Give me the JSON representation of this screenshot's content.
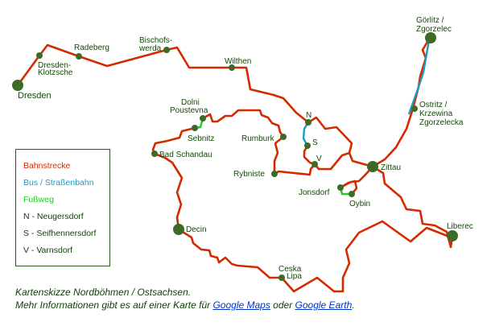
{
  "colors": {
    "rail": "#d42a00",
    "bus": "#1e9ac0",
    "foot": "#22cc22",
    "station": "#3d6a26"
  },
  "stations": {
    "dresden": "Dresden",
    "klotzsche_1": "Dresden-",
    "klotzsche_2": "Klotzsche",
    "radeberg": "Radeberg",
    "bischofswerda_1": "Bischofs-",
    "bischofswerda_2": "werda",
    "wilthen": "Wilthen",
    "goerlitz_1": "Görlitz /",
    "goerlitz_2": "Zgorzelec",
    "ostritz_1": "Ostritz /",
    "ostritz_2": "Krzewina",
    "ostritz_3": "Zgorzelecka",
    "dolni_1": "Dolni",
    "dolni_2": "Poustevna",
    "sebnitz": "Sebnitz",
    "bad_schandau": "Bad Schandau",
    "rumburk": "Rumburk",
    "rybniste": "Rybniste",
    "n": "N",
    "s": "S",
    "v": "V",
    "zittau": "Zittau",
    "jonsdorf": "Jonsdorf",
    "oybin": "Oybin",
    "liberec": "Liberec",
    "decin": "Decin",
    "ceska_lipa_1": "Ceska",
    "ceska_lipa_2": "Lipa"
  },
  "legend": {
    "rail": "Bahnstrecke",
    "bus": "Bus / Straßenbahn",
    "foot": "Fußweg",
    "n": "N - Neugersdorf",
    "s": "S - Seifhennersdorf",
    "v": "V - Varnsdorf"
  },
  "caption": {
    "line1": "Kartenskizze Nordböhmen / Ostsachsen.",
    "line2_prefix": "Mehr Informationen gibt es auf einer Karte für ",
    "link_maps": "Google Maps",
    "line2_mid": " oder ",
    "link_earth": "Google Earth",
    "line2_suffix": "."
  }
}
